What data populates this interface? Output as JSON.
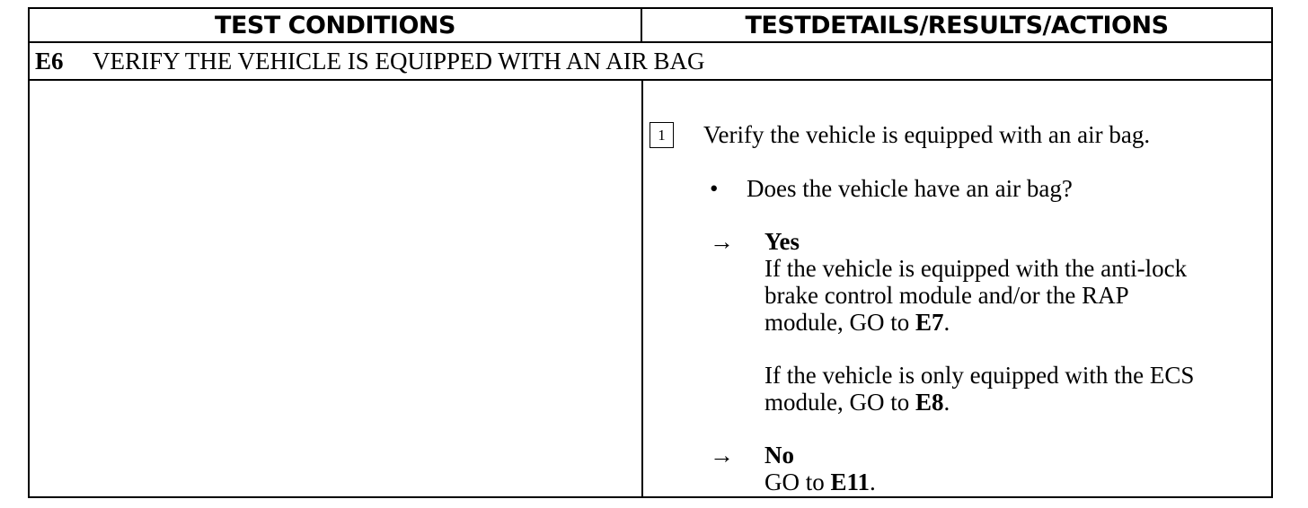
{
  "header": {
    "left": "TEST CONDITIONS",
    "right": "TESTDETAILS/RESULTS/ACTIONS"
  },
  "step": {
    "id": "E6",
    "title": "VERIFY THE VEHICLE IS EQUIPPED WITH AN AIR BAG"
  },
  "details": {
    "number": "1",
    "instruction": "Verify the vehicle is equipped with an air bag.",
    "bullet_symbol": "•",
    "question": "Does the vehicle have an air bag?",
    "arrow_symbol": "→",
    "yes": {
      "label": "Yes",
      "line1": "If the vehicle is equipped with the anti-lock",
      "line2": "brake control module and/or the RAP",
      "line3_prefix": "module, GO to ",
      "line3_ref": "E7",
      "line3_suffix": ".",
      "line4": "If the vehicle is only equipped with the ECS",
      "line5_prefix": "module, GO to ",
      "line5_ref": "E8",
      "line5_suffix": "."
    },
    "no": {
      "label": "No",
      "action_prefix": "GO to ",
      "action_ref": "E11",
      "action_suffix": "."
    }
  }
}
